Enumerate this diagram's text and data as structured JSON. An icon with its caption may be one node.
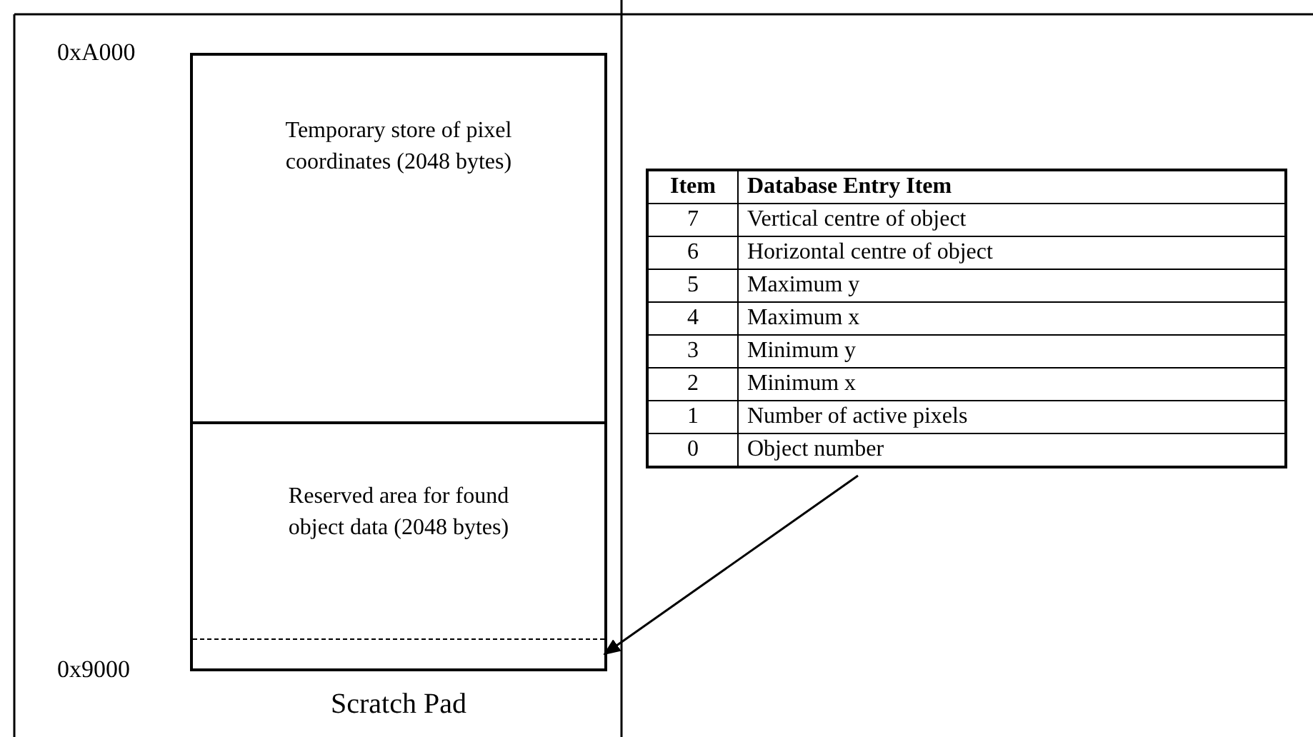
{
  "diagram": {
    "nodes": [
      {
        "text": [
          "Scratch Pad"
        ]
      },
      {
        "text": [
          "Temporary store of pixel coordinates (2048 bytes)"
        ],
        "in": 0
      },
      {
        "text": [
          "Reserved area for found object data (2048 bytes)"
        ],
        "in": 0
      },
      {
        "text": [],
        "shape": "box",
        "in": 2
      },
      {
        "text": [],
        "shape": "box"
      }
    ],
    "edges": [
      {
        "from": 4,
        "to": 3,
        "arrow": "to"
      }
    ],
    "labels": [
      "0xA000",
      "0x9000",
      "Item",
      "Database Entry Item",
      "7",
      "Vertical centre of object",
      "6",
      "Horizontal centre of object",
      "5",
      "Maximum y",
      "4",
      "Maximum x",
      "3",
      "Minimum y",
      "2",
      "Minimum x",
      "1",
      "Number of active pixels",
      "0",
      "Object number"
    ]
  }
}
